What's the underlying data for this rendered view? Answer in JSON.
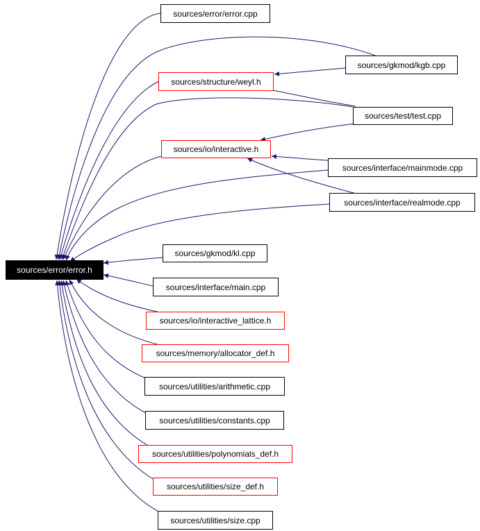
{
  "colors": {
    "edge": "#191970",
    "node_border": "#000000",
    "node_border_red": "#ff0000",
    "root_fill": "#000000",
    "root_text": "#ffffff"
  },
  "graph": {
    "root": {
      "id": "error_h",
      "label": "sources/error/error.h"
    },
    "nodes": [
      {
        "id": "error_cpp",
        "label": "sources/error/error.cpp",
        "border": "black"
      },
      {
        "id": "kgb_cpp",
        "label": "sources/gkmod/kgb.cpp",
        "border": "black"
      },
      {
        "id": "weyl_h",
        "label": "sources/structure/weyl.h",
        "border": "red"
      },
      {
        "id": "test_cpp",
        "label": "sources/test/test.cpp",
        "border": "black"
      },
      {
        "id": "interactive_h",
        "label": "sources/io/interactive.h",
        "border": "red"
      },
      {
        "id": "mainmode_cpp",
        "label": "sources/interface/mainmode.cpp",
        "border": "black"
      },
      {
        "id": "realmode_cpp",
        "label": "sources/interface/realmode.cpp",
        "border": "black"
      },
      {
        "id": "kl_cpp",
        "label": "sources/gkmod/kl.cpp",
        "border": "black"
      },
      {
        "id": "main_cpp",
        "label": "sources/interface/main.cpp",
        "border": "black"
      },
      {
        "id": "interactive_lattice_h",
        "label": "sources/io/interactive_lattice.h",
        "border": "red"
      },
      {
        "id": "allocator_def_h",
        "label": "sources/memory/allocator_def.h",
        "border": "red"
      },
      {
        "id": "arithmetic_cpp",
        "label": "sources/utilities/arithmetic.cpp",
        "border": "black"
      },
      {
        "id": "constants_cpp",
        "label": "sources/utilities/constants.cpp",
        "border": "black"
      },
      {
        "id": "polynomials_def_h",
        "label": "sources/utilities/polynomials_def.h",
        "border": "red"
      },
      {
        "id": "size_def_h",
        "label": "sources/utilities/size_def.h",
        "border": "red"
      },
      {
        "id": "size_cpp",
        "label": "sources/utilities/size.cpp",
        "border": "black"
      }
    ],
    "edges": [
      {
        "from": "error_cpp",
        "to": "error_h"
      },
      {
        "from": "kgb_cpp",
        "to": "error_h"
      },
      {
        "from": "kgb_cpp",
        "to": "weyl_h"
      },
      {
        "from": "test_cpp",
        "to": "weyl_h"
      },
      {
        "from": "test_cpp",
        "to": "error_h"
      },
      {
        "from": "test_cpp",
        "to": "interactive_h"
      },
      {
        "from": "mainmode_cpp",
        "to": "interactive_h"
      },
      {
        "from": "realmode_cpp",
        "to": "interactive_h"
      },
      {
        "from": "mainmode_cpp",
        "to": "error_h"
      },
      {
        "from": "realmode_cpp",
        "to": "error_h"
      },
      {
        "from": "weyl_h",
        "to": "error_h"
      },
      {
        "from": "interactive_h",
        "to": "error_h"
      },
      {
        "from": "kl_cpp",
        "to": "error_h"
      },
      {
        "from": "main_cpp",
        "to": "error_h"
      },
      {
        "from": "interactive_lattice_h",
        "to": "error_h"
      },
      {
        "from": "allocator_def_h",
        "to": "error_h"
      },
      {
        "from": "arithmetic_cpp",
        "to": "error_h"
      },
      {
        "from": "constants_cpp",
        "to": "error_h"
      },
      {
        "from": "polynomials_def_h",
        "to": "error_h"
      },
      {
        "from": "size_def_h",
        "to": "error_h"
      },
      {
        "from": "size_cpp",
        "to": "error_h"
      }
    ]
  }
}
